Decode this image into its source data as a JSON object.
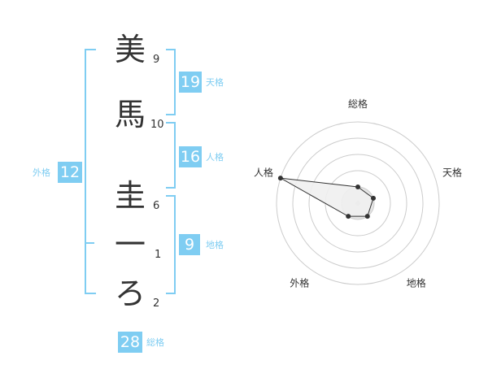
{
  "name_chars": [
    {
      "char": "美",
      "strokes": "9"
    },
    {
      "char": "馬",
      "strokes": "10"
    },
    {
      "char": "圭",
      "strokes": "6"
    },
    {
      "char": "一",
      "strokes": "1"
    },
    {
      "char": "ろ",
      "strokes": "2"
    }
  ],
  "fortunes": {
    "tenkaku": {
      "value": "19",
      "label": "天格"
    },
    "jinkaku": {
      "value": "16",
      "label": "人格"
    },
    "chikaku": {
      "value": "9",
      "label": "地格"
    },
    "gaikaku": {
      "value": "12",
      "label": "外格"
    },
    "soukaku": {
      "value": "28",
      "label": "総格"
    }
  },
  "colors": {
    "accent": "#7fcdf2",
    "text": "#333333",
    "radar_fill": "#f0f0f0",
    "grid": "#cccccc"
  },
  "chart_data": {
    "type": "radar",
    "categories": [
      "総格",
      "天格",
      "地格",
      "外格",
      "人格"
    ],
    "values": [
      1,
      1,
      1,
      1,
      5
    ],
    "rlim": [
      0,
      5
    ],
    "grid": true
  }
}
